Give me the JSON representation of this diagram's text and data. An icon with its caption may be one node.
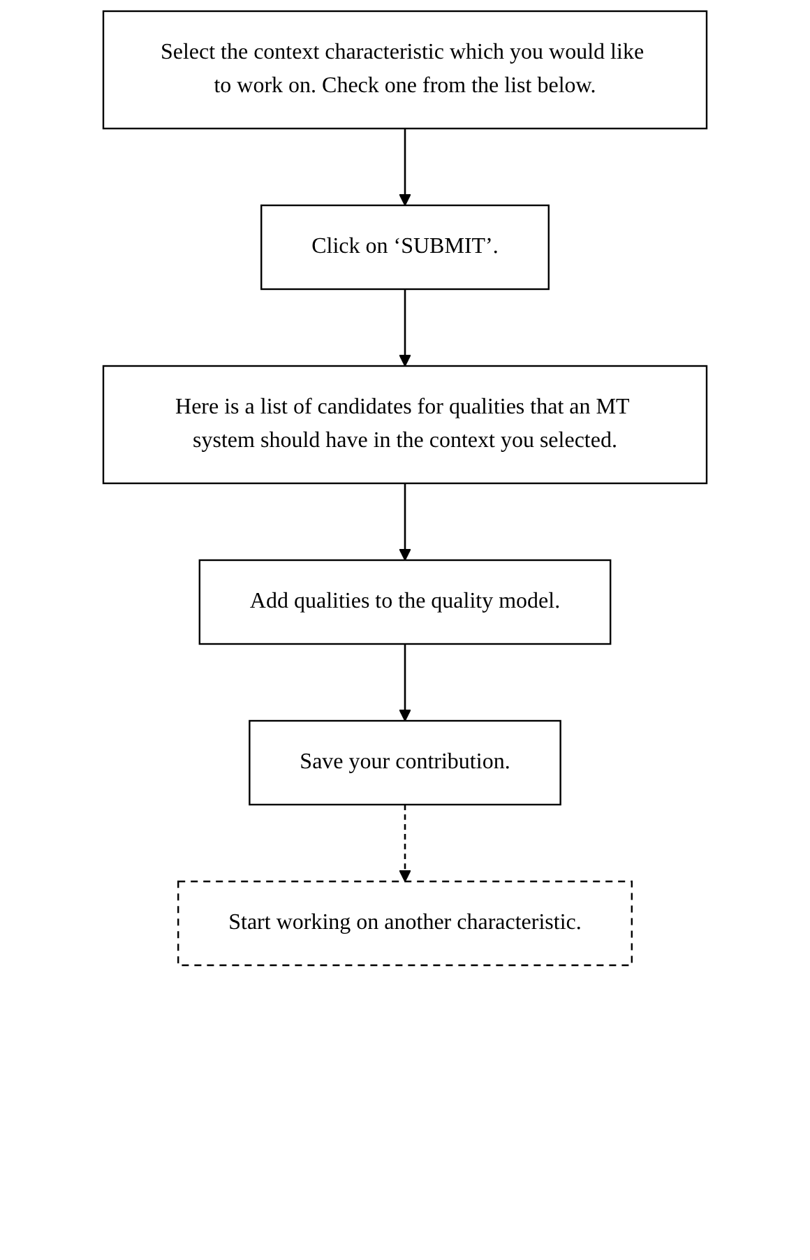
{
  "diagram": {
    "nodes": [
      {
        "text": [
          "Select the context characteristic which you would like to work on. Check one from the list below."
        ]
      },
      {
        "text": [
          "Click on ‘SUBMIT’."
        ]
      },
      {
        "text": [
          "Here is a list of candidates for qualities that an MT system should have in the context you selected."
        ]
      },
      {
        "text": [
          "Add qualities to the quality model."
        ]
      },
      {
        "text": [
          "Save your contribution."
        ]
      },
      {
        "text": [
          "Start working on another characteristic."
        ]
      }
    ],
    "edges": [
      {
        "from": 0,
        "to": 1,
        "arrow": "to"
      },
      {
        "from": 1,
        "to": 2,
        "arrow": "to"
      },
      {
        "from": 2,
        "to": 3,
        "arrow": "to"
      },
      {
        "from": 3,
        "to": 4,
        "arrow": "to"
      },
      {
        "from": 4,
        "to": 5,
        "arrow": "to",
        "style": "dashed"
      }
    ]
  }
}
